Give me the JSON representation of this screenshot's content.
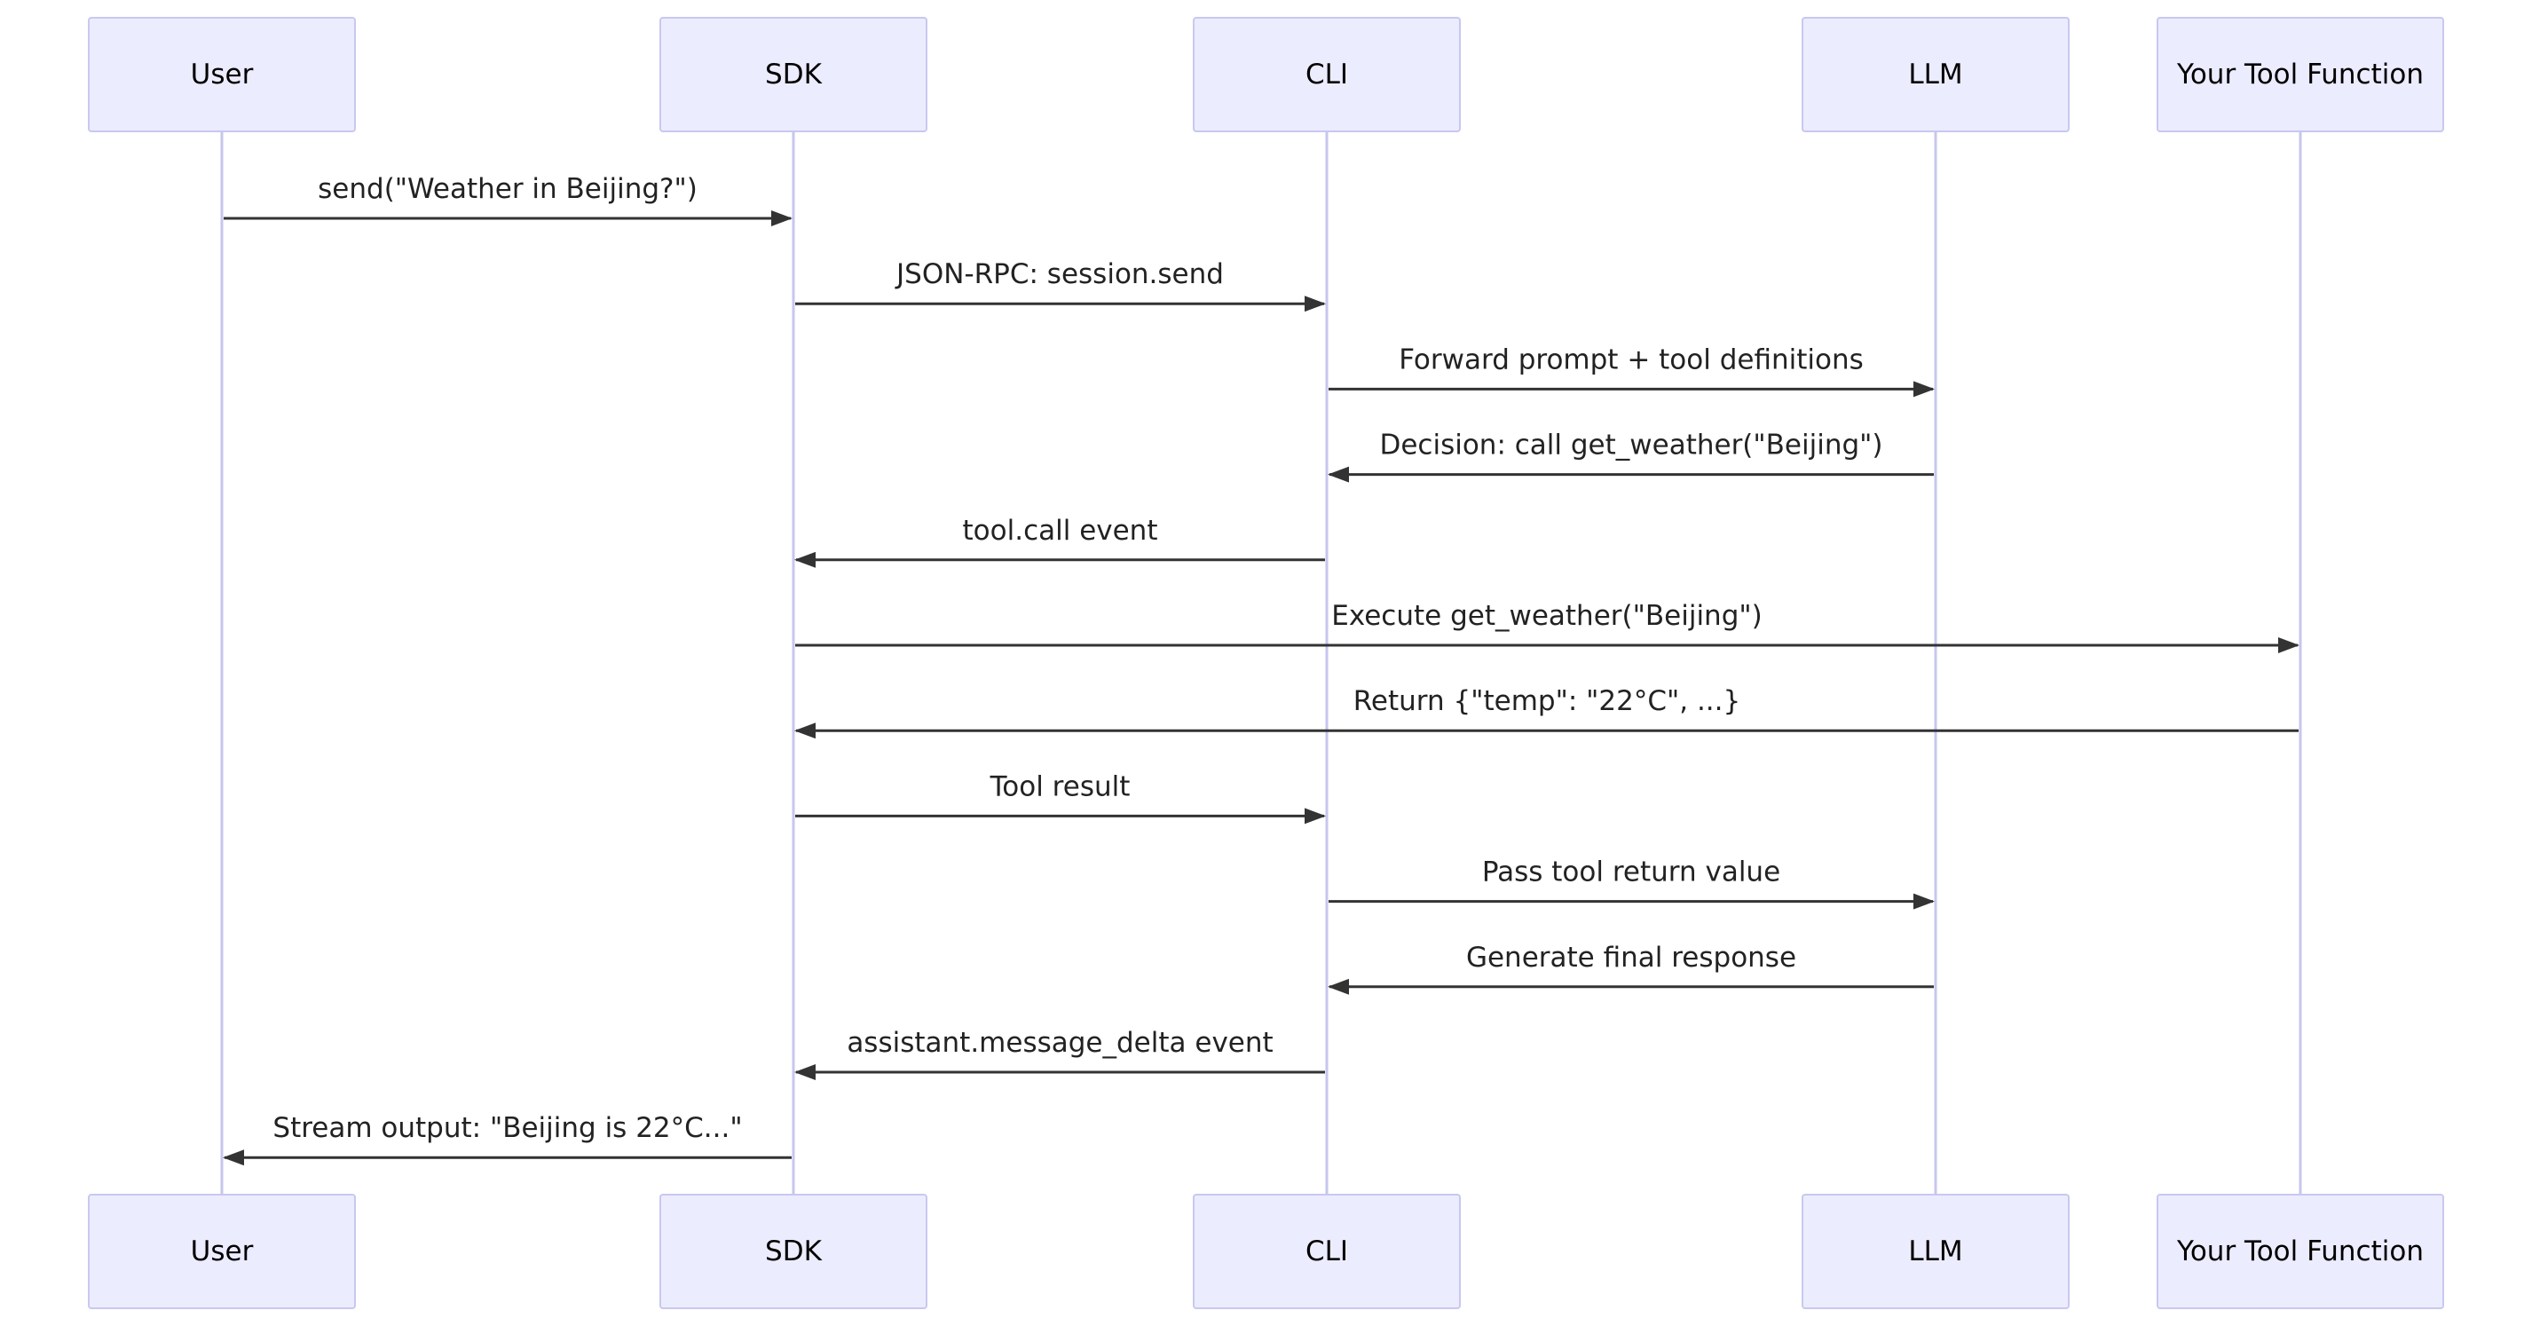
{
  "participants": [
    {
      "id": "user",
      "label": "User"
    },
    {
      "id": "sdk",
      "label": "SDK"
    },
    {
      "id": "cli",
      "label": "CLI"
    },
    {
      "id": "llm",
      "label": "LLM"
    },
    {
      "id": "tool",
      "label": "Your Tool Function"
    }
  ],
  "messages": [
    {
      "from": "user",
      "to": "sdk",
      "label": "send(\"Weather in Beijing?\")"
    },
    {
      "from": "sdk",
      "to": "cli",
      "label": "JSON-RPC: session.send"
    },
    {
      "from": "cli",
      "to": "llm",
      "label": "Forward prompt + tool definitions"
    },
    {
      "from": "llm",
      "to": "cli",
      "label": "Decision: call get_weather(\"Beijing\")"
    },
    {
      "from": "cli",
      "to": "sdk",
      "label": "tool.call event"
    },
    {
      "from": "sdk",
      "to": "tool",
      "label": "Execute get_weather(\"Beijing\")"
    },
    {
      "from": "tool",
      "to": "sdk",
      "label": "Return {\"temp\": \"22°C\", ...}"
    },
    {
      "from": "sdk",
      "to": "cli",
      "label": "Tool result"
    },
    {
      "from": "cli",
      "to": "llm",
      "label": "Pass tool return value"
    },
    {
      "from": "llm",
      "to": "cli",
      "label": "Generate final response"
    },
    {
      "from": "cli",
      "to": "sdk",
      "label": "assistant.message_delta event"
    },
    {
      "from": "sdk",
      "to": "user",
      "label": "Stream output: \"Beijing is 22°C...\""
    }
  ],
  "colors": {
    "actor_fill": "#ececff",
    "actor_stroke": "#c8c8f0",
    "lifeline": "#c6c6ee",
    "arrow": "#333333",
    "text": "#222222"
  }
}
